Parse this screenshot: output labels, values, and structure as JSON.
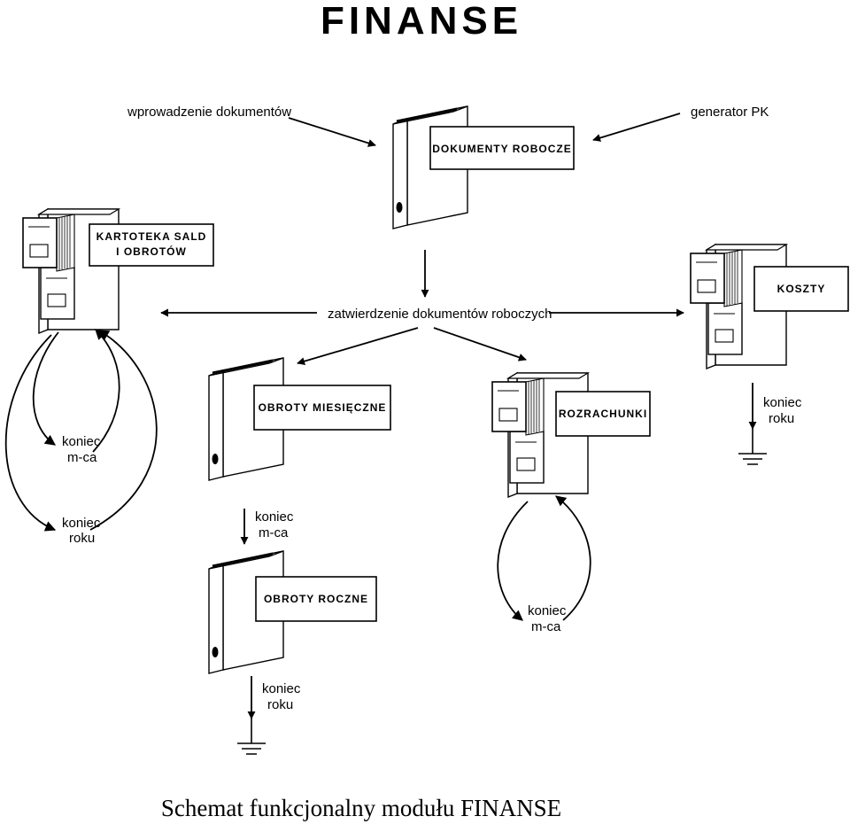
{
  "title": "FINANSE",
  "caption": "Schemat funkcjonalny modułu FINANSE",
  "inputs": {
    "document_entry": "wprowadzenie dokumentów",
    "pk_generator": "generator PK"
  },
  "approval": "zatwierdzenie dokumentów roboczych",
  "boxes": {
    "working_documents": "DOKUMENTY ROBOCZE",
    "balances_line1": "KARTOTEKA SALD",
    "balances_line2": "I OBROTÓW",
    "costs": "KOSZTY",
    "monthly_turnover": "OBROTY MIESIĘCZNE",
    "settlements": "ROZRACHUNKI",
    "annual_turnover": "OBROTY ROCZNE"
  },
  "cycle": {
    "koniec": "koniec",
    "month": "m-ca",
    "year": "roku"
  }
}
